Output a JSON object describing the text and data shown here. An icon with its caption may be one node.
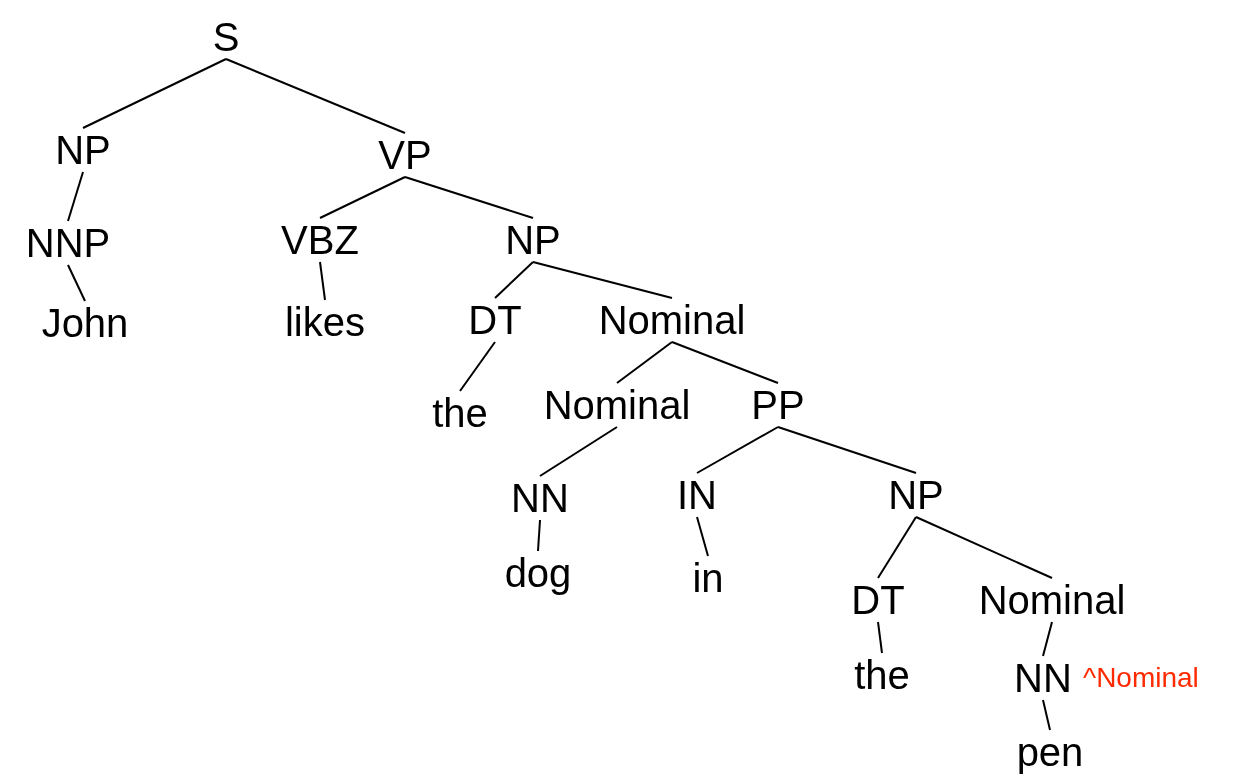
{
  "diagram": {
    "nodes": [
      {
        "text": [
          "S"
        ]
      },
      {
        "text": [
          "NP"
        ]
      },
      {
        "text": [
          "VP"
        ]
      },
      {
        "text": [
          "NNP"
        ]
      },
      {
        "text": [
          "John"
        ]
      },
      {
        "text": [
          "VBZ"
        ]
      },
      {
        "text": [
          "NP"
        ]
      },
      {
        "text": [
          "likes"
        ]
      },
      {
        "text": [
          "DT"
        ]
      },
      {
        "text": [
          "Nominal"
        ]
      },
      {
        "text": [
          "the"
        ]
      },
      {
        "text": [
          "Nominal"
        ]
      },
      {
        "text": [
          "PP"
        ]
      },
      {
        "text": [
          "NN"
        ]
      },
      {
        "text": [
          "dog"
        ]
      },
      {
        "text": [
          "IN"
        ]
      },
      {
        "text": [
          "NP"
        ]
      },
      {
        "text": [
          "in"
        ]
      },
      {
        "text": [
          "DT"
        ]
      },
      {
        "text": [
          "Nominal"
        ]
      },
      {
        "text": [
          "the"
        ]
      },
      {
        "text": [
          "NN"
        ],
        "beside": [
          "^Nominal"
        ]
      },
      {
        "text": [
          "pen"
        ]
      }
    ],
    "edges": [
      {
        "from": 0,
        "to": 1,
        "arrow": "none"
      },
      {
        "from": 0,
        "to": 2,
        "arrow": "none"
      },
      {
        "from": 1,
        "to": 3,
        "arrow": "none"
      },
      {
        "from": 3,
        "to": 4,
        "arrow": "none"
      },
      {
        "from": 2,
        "to": 5,
        "arrow": "none"
      },
      {
        "from": 2,
        "to": 6,
        "arrow": "none"
      },
      {
        "from": 5,
        "to": 7,
        "arrow": "none"
      },
      {
        "from": 6,
        "to": 8,
        "arrow": "none"
      },
      {
        "from": 6,
        "to": 9,
        "arrow": "none"
      },
      {
        "from": 8,
        "to": 10,
        "arrow": "none"
      },
      {
        "from": 9,
        "to": 11,
        "arrow": "none"
      },
      {
        "from": 9,
        "to": 12,
        "arrow": "none"
      },
      {
        "from": 11,
        "to": 13,
        "arrow": "none"
      },
      {
        "from": 13,
        "to": 14,
        "arrow": "none"
      },
      {
        "from": 12,
        "to": 15,
        "arrow": "none"
      },
      {
        "from": 12,
        "to": 16,
        "arrow": "none"
      },
      {
        "from": 15,
        "to": 17,
        "arrow": "none"
      },
      {
        "from": 16,
        "to": 18,
        "arrow": "none"
      },
      {
        "from": 16,
        "to": 19,
        "arrow": "none"
      },
      {
        "from": 18,
        "to": 20,
        "arrow": "none"
      },
      {
        "from": 19,
        "to": 21,
        "arrow": "none"
      },
      {
        "from": 21,
        "to": 22,
        "arrow": "none"
      }
    ]
  }
}
